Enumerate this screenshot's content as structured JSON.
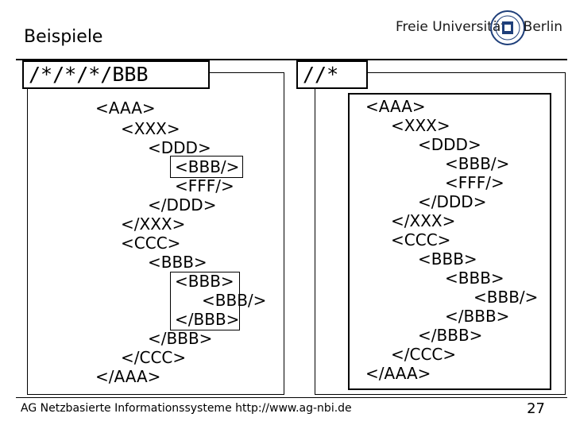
{
  "slide": {
    "title": "Beispiele",
    "logo": {
      "left_text": "Freie Universität",
      "right_text": "Berlin"
    },
    "examples": [
      {
        "xpath": "/*/*/*/BBB",
        "lines": [
          "<AAA>",
          "<XXX>",
          "<DDD>",
          "<BBB/>",
          "<FFF/>",
          "</DDD>",
          "</XXX>",
          "<CCC>",
          "<BBB>",
          "<BBB>",
          "<BBB/>",
          "</BBB>",
          "</BBB>",
          "</CCC>",
          "</AAA>"
        ],
        "highlighted": [
          "<BBB/>",
          "<BBB>",
          "</BBB>"
        ]
      },
      {
        "xpath": "//*",
        "lines": [
          "<AAA>",
          "<XXX>",
          "<DDD>",
          "<BBB/>",
          "<FFF/>",
          "</DDD>",
          "</XXX>",
          "<CCC>",
          "<BBB>",
          "<BBB>",
          "<BBB/>",
          "</BBB>",
          "</BBB>",
          "</CCC>",
          "</AAA>"
        ],
        "highlighted": [
          "all"
        ]
      }
    ],
    "footer": "AG Netzbasierte Informationssysteme http://www.ag-nbi.de",
    "page_number": "27"
  }
}
